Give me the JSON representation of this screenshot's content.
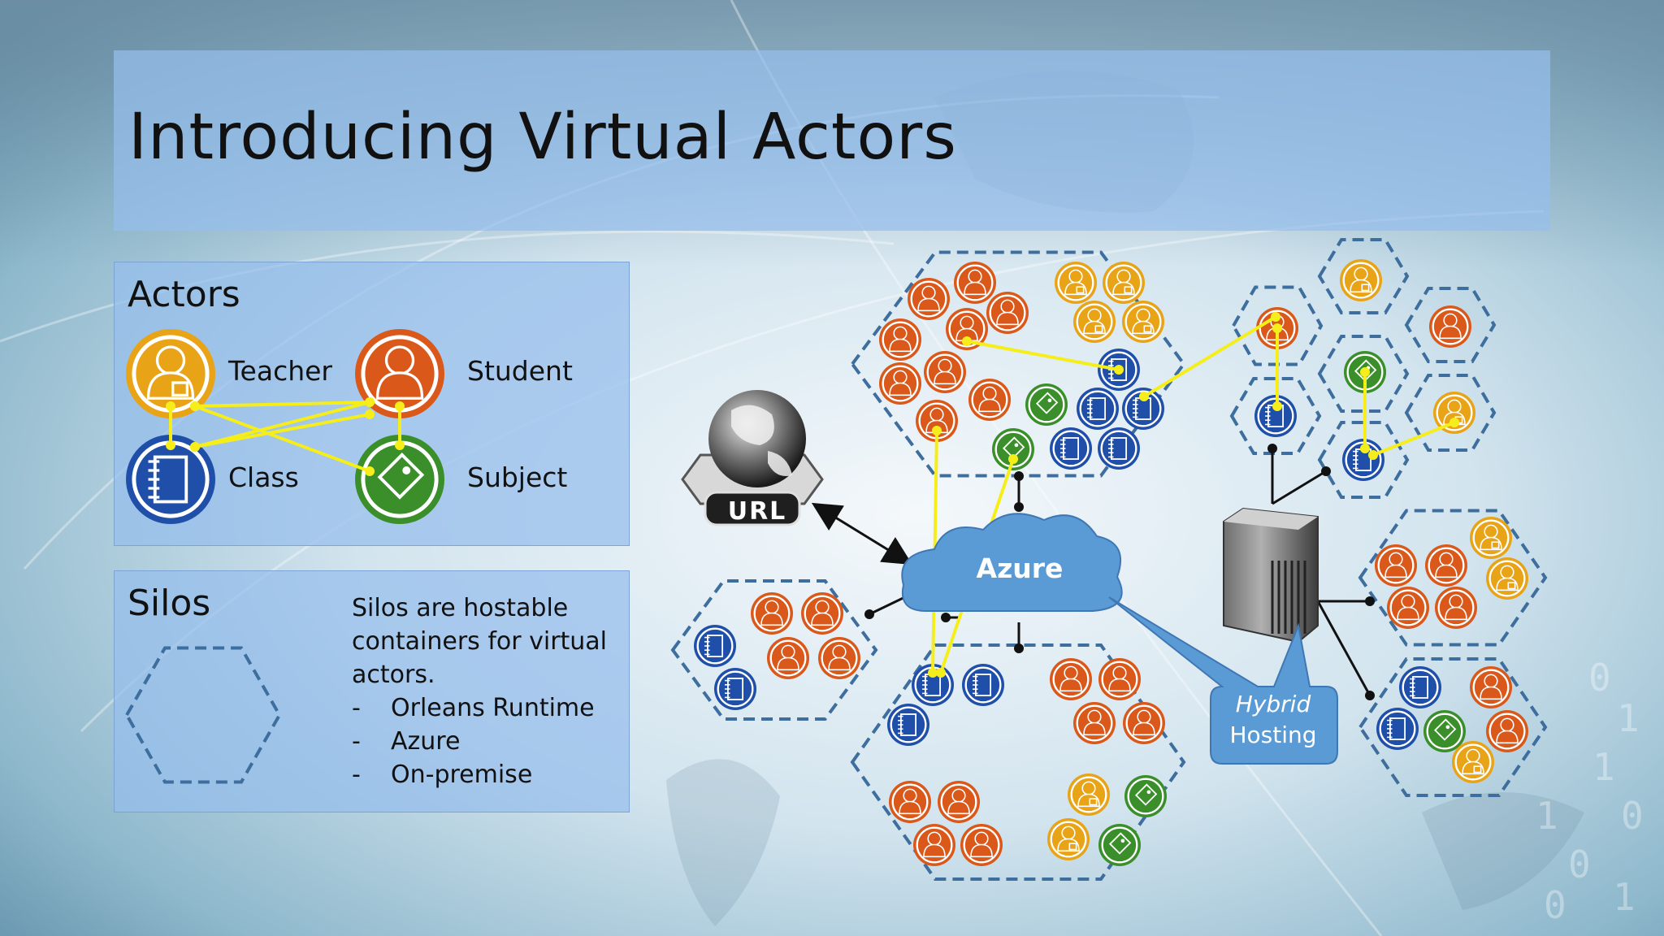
{
  "slide": {
    "title": "Introducing Virtual Actors"
  },
  "actors_panel": {
    "heading": "Actors",
    "items": [
      {
        "label": "Teacher",
        "icon": "teacher-icon",
        "color": "#e8a316"
      },
      {
        "label": "Student",
        "icon": "student-icon",
        "color": "#d9581a"
      },
      {
        "label": "Class",
        "icon": "class-icon",
        "color": "#1f4fa8"
      },
      {
        "label": "Subject",
        "icon": "subject-icon",
        "color": "#3a8f2a"
      }
    ]
  },
  "silos_panel": {
    "heading": "Silos",
    "description": "Silos are hostable containers for virtual actors.",
    "bullets": [
      "Orleans Runtime",
      "Azure",
      "On-premise"
    ]
  },
  "diagram": {
    "url_label": "URL",
    "cloud_label": "Azure",
    "callout_line1": "Hybrid",
    "callout_line2": "Hosting"
  },
  "colors": {
    "teacher": "#e8a316",
    "student": "#d9581a",
    "class": "#1f4fa8",
    "subject": "#3a8f2a",
    "link": "#f5ee1a",
    "silo_border": "#3d6e9e",
    "cloud": "#5b9bd5"
  }
}
